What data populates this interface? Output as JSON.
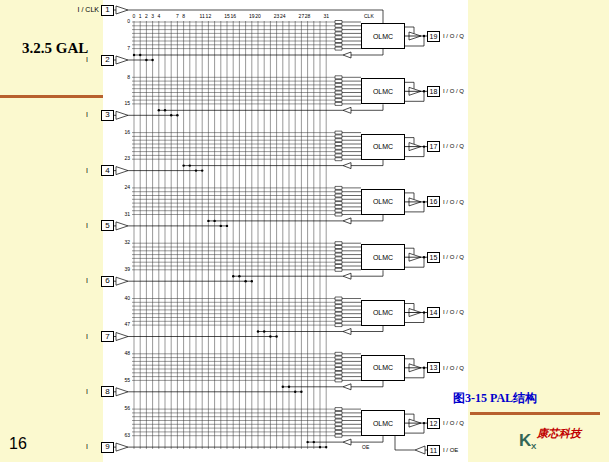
{
  "diagram": {
    "title": "3.2.5 GAL",
    "caption": "图3-15 PAL结构",
    "nodes": [
      {
        "text": [
          "1"
        ]
      },
      {
        "text": [
          "2"
        ]
      },
      {
        "text": [
          "3"
        ]
      },
      {
        "text": [
          "4"
        ]
      },
      {
        "text": [
          "5"
        ]
      },
      {
        "text": [
          "6"
        ]
      },
      {
        "text": [
          "7"
        ]
      },
      {
        "text": [
          "8"
        ]
      },
      {
        "text": [
          "9"
        ]
      },
      {
        "text": [
          "OLMC"
        ]
      },
      {
        "text": [
          "OLMC"
        ]
      },
      {
        "text": [
          "OLMC"
        ]
      },
      {
        "text": [
          "OLMC"
        ]
      },
      {
        "text": [
          "OLMC"
        ]
      },
      {
        "text": [
          "OLMC"
        ]
      },
      {
        "text": [
          "OLMC"
        ]
      },
      {
        "text": [
          "OLMC"
        ]
      },
      {
        "text": [
          "19"
        ]
      },
      {
        "text": [
          "18"
        ]
      },
      {
        "text": [
          "17"
        ]
      },
      {
        "text": [
          "16"
        ]
      },
      {
        "text": [
          "15"
        ]
      },
      {
        "text": [
          "14"
        ]
      },
      {
        "text": [
          "13"
        ]
      },
      {
        "text": [
          "12"
        ]
      },
      {
        "text": [
          "11"
        ]
      }
    ],
    "edges": [
      {
        "from": 9,
        "to": 17,
        "arrow": "none"
      },
      {
        "from": 10,
        "to": 18,
        "arrow": "none"
      },
      {
        "from": 11,
        "to": 19,
        "arrow": "none"
      },
      {
        "from": 12,
        "to": 20,
        "arrow": "none"
      },
      {
        "from": 13,
        "to": 21,
        "arrow": "none"
      },
      {
        "from": 14,
        "to": 22,
        "arrow": "none"
      },
      {
        "from": 15,
        "to": 23,
        "arrow": "none"
      },
      {
        "from": 16,
        "to": 24,
        "arrow": "none"
      }
    ],
    "labels": [
      "I / CLK",
      "I",
      "I",
      "I",
      "I",
      "I",
      "I",
      "I",
      "I",
      "I / O / Q",
      "I / O / Q",
      "I / O / Q",
      "I / O / Q",
      "I / O / Q",
      "I / O / Q",
      "I / O / Q",
      "I / O / Q",
      "I / OE",
      "0",
      "1",
      "2",
      "3",
      "4",
      "7",
      "8",
      "11",
      "12",
      "15",
      "16",
      "19",
      "20",
      "23",
      "24",
      "27",
      "28",
      "31",
      "0",
      "7",
      "8",
      "15",
      "16",
      "23",
      "24",
      "31",
      "32",
      "39",
      "40",
      "47",
      "48",
      "55",
      "56",
      "63",
      "CLK",
      "OE",
      "16",
      "K",
      "X",
      "康芯科技"
    ]
  }
}
